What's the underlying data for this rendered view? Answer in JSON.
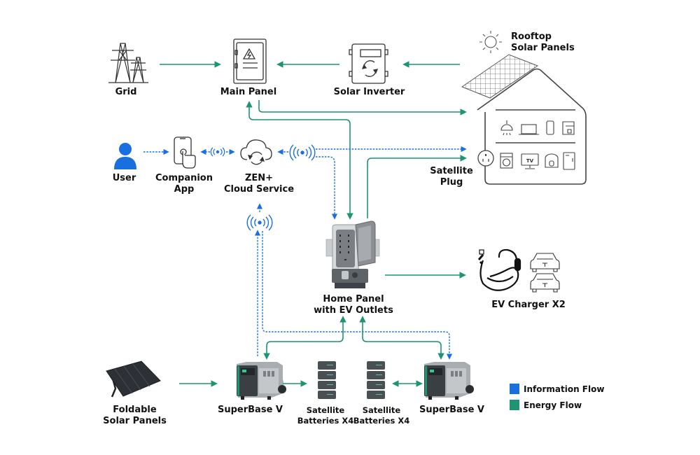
{
  "colors": {
    "information_flow": "#1a6fe0",
    "energy_flow": "#1f9472",
    "user_icon": "#1a6fe0",
    "line_art": "#333333"
  },
  "nodes": {
    "grid": {
      "label": "Grid",
      "icon": "transmission-tower-icon"
    },
    "main_panel": {
      "label": "Main Panel",
      "icon": "electrical-panel-icon"
    },
    "solar_inverter": {
      "label": "Solar Inverter",
      "icon": "inverter-icon"
    },
    "rooftop_solar": {
      "label": "Rooftop\nSolar Panels",
      "icon": "sun-icon"
    },
    "user": {
      "label": "User",
      "icon": "user-icon"
    },
    "companion_app": {
      "label": "Companion\nApp",
      "icon": "smartphone-touch-icon"
    },
    "cloud": {
      "label": "ZEN+\nCloud Service",
      "icon": "cloud-sync-icon"
    },
    "satellite_plug": {
      "label": "Satellite\nPlug",
      "icon": "outlet-icon"
    },
    "home_panel": {
      "label": "Home Panel\nwith EV Outlets",
      "icon": "home-panel-icon"
    },
    "ev_charger": {
      "label": "EV Charger X2",
      "icon": "ev-charger-icon"
    },
    "foldable_solar": {
      "label": "Foldable\nSolar Panels",
      "icon": "foldable-solar-panel-icon"
    },
    "superbase_left": {
      "label": "SuperBase V",
      "icon": "power-station-icon"
    },
    "batteries_left": {
      "label": "Satellite\nBatteries X4",
      "icon": "battery-stack-icon"
    },
    "batteries_right": {
      "label": "Satellite\nBatteries X4",
      "icon": "battery-stack-icon"
    },
    "superbase_right": {
      "label": "SuperBase V",
      "icon": "power-station-icon"
    }
  },
  "house_appliances": {
    "top_row": [
      "ceiling-lamp-icon",
      "laptop-icon",
      "phone-icon",
      "coffee-maker-icon"
    ],
    "bottom_row": [
      "washing-machine-icon",
      "tv-icon",
      "rice-cooker-icon",
      "refrigerator-icon"
    ],
    "tv_text": "TV"
  },
  "flows": [
    {
      "from": "grid",
      "to": "main_panel",
      "type": "energy"
    },
    {
      "from": "solar_inverter",
      "to": "main_panel",
      "type": "energy"
    },
    {
      "from": "rooftop_solar",
      "to": "solar_inverter",
      "type": "energy"
    },
    {
      "from": "main_panel",
      "to": "house",
      "type": "energy"
    },
    {
      "from": "main_panel",
      "to": "home_panel",
      "type": "energy",
      "bidirectional": true
    },
    {
      "from": "user",
      "to": "companion_app",
      "type": "information"
    },
    {
      "from": "companion_app",
      "to": "cloud",
      "type": "information",
      "bidirectional": true
    },
    {
      "from": "cloud",
      "to": "satellite_plug",
      "type": "information",
      "bidirectional": true
    },
    {
      "from": "cloud",
      "to": "home_panel",
      "type": "information"
    },
    {
      "from": "home_panel",
      "to": "satellite_plug",
      "type": "energy"
    },
    {
      "from": "home_panel",
      "to": "ev_charger",
      "type": "energy"
    },
    {
      "from": "superbase_left",
      "to": "cloud",
      "type": "information"
    },
    {
      "from": "cloud",
      "to": "superbase_right",
      "type": "information"
    },
    {
      "from": "home_panel",
      "to": "superbase_left",
      "type": "energy",
      "bidirectional": true
    },
    {
      "from": "home_panel",
      "to": "superbase_right",
      "type": "energy",
      "bidirectional": true
    },
    {
      "from": "foldable_solar",
      "to": "superbase_left",
      "type": "energy"
    },
    {
      "from": "superbase_left",
      "to": "batteries_left",
      "type": "energy",
      "bidirectional": true
    },
    {
      "from": "batteries_right",
      "to": "superbase_right",
      "type": "energy",
      "bidirectional": true
    }
  ],
  "legend": [
    {
      "label": "Information Flow",
      "color": "#1a6fe0"
    },
    {
      "label": "Energy Flow",
      "color": "#1f9472"
    }
  ]
}
